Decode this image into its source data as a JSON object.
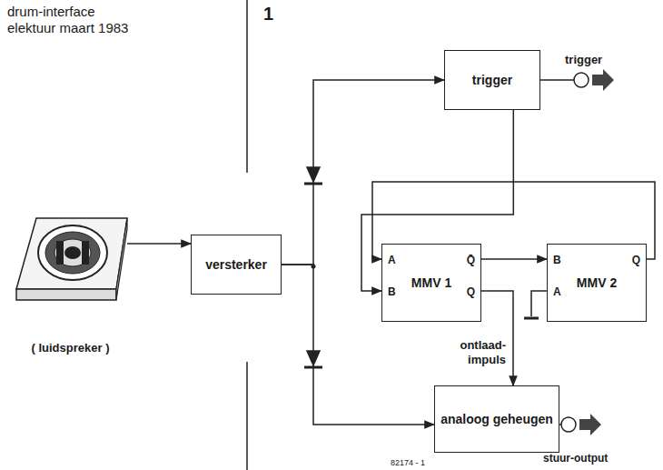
{
  "diagram": {
    "title": "drum-interface",
    "nodes": [
      {
        "text": [
          "( luidspreker )"
        ]
      },
      {
        "text": [
          "versterker"
        ]
      },
      {
        "text": [
          "trigger"
        ]
      },
      {
        "text": [
          "MMV 1",
          "A",
          "B",
          "Q̄",
          "Q"
        ]
      },
      {
        "text": [
          "MMV 2",
          "B",
          "Q",
          "A"
        ]
      },
      {
        "text": [
          "analoog geheugen"
        ]
      }
    ],
    "edges": [
      {
        "from": 0,
        "to": 1,
        "arrow": "to"
      },
      {
        "from": 1,
        "to": 2,
        "arrow": "to"
      },
      {
        "from": 1,
        "to": 5,
        "arrow": "to"
      },
      {
        "from": 2,
        "to": 3,
        "arrow": "to"
      },
      {
        "from": 3,
        "to": 4,
        "arrow": "to"
      },
      {
        "from": 4,
        "to": 3,
        "arrow": "to"
      },
      {
        "from": 3,
        "to": 5,
        "label": "ontlaad-impuls",
        "arrow": "to"
      }
    ],
    "labels": [
      "elektuur maart 1983",
      "1",
      "trigger",
      "stuur-output",
      "82174 - 1"
    ]
  }
}
